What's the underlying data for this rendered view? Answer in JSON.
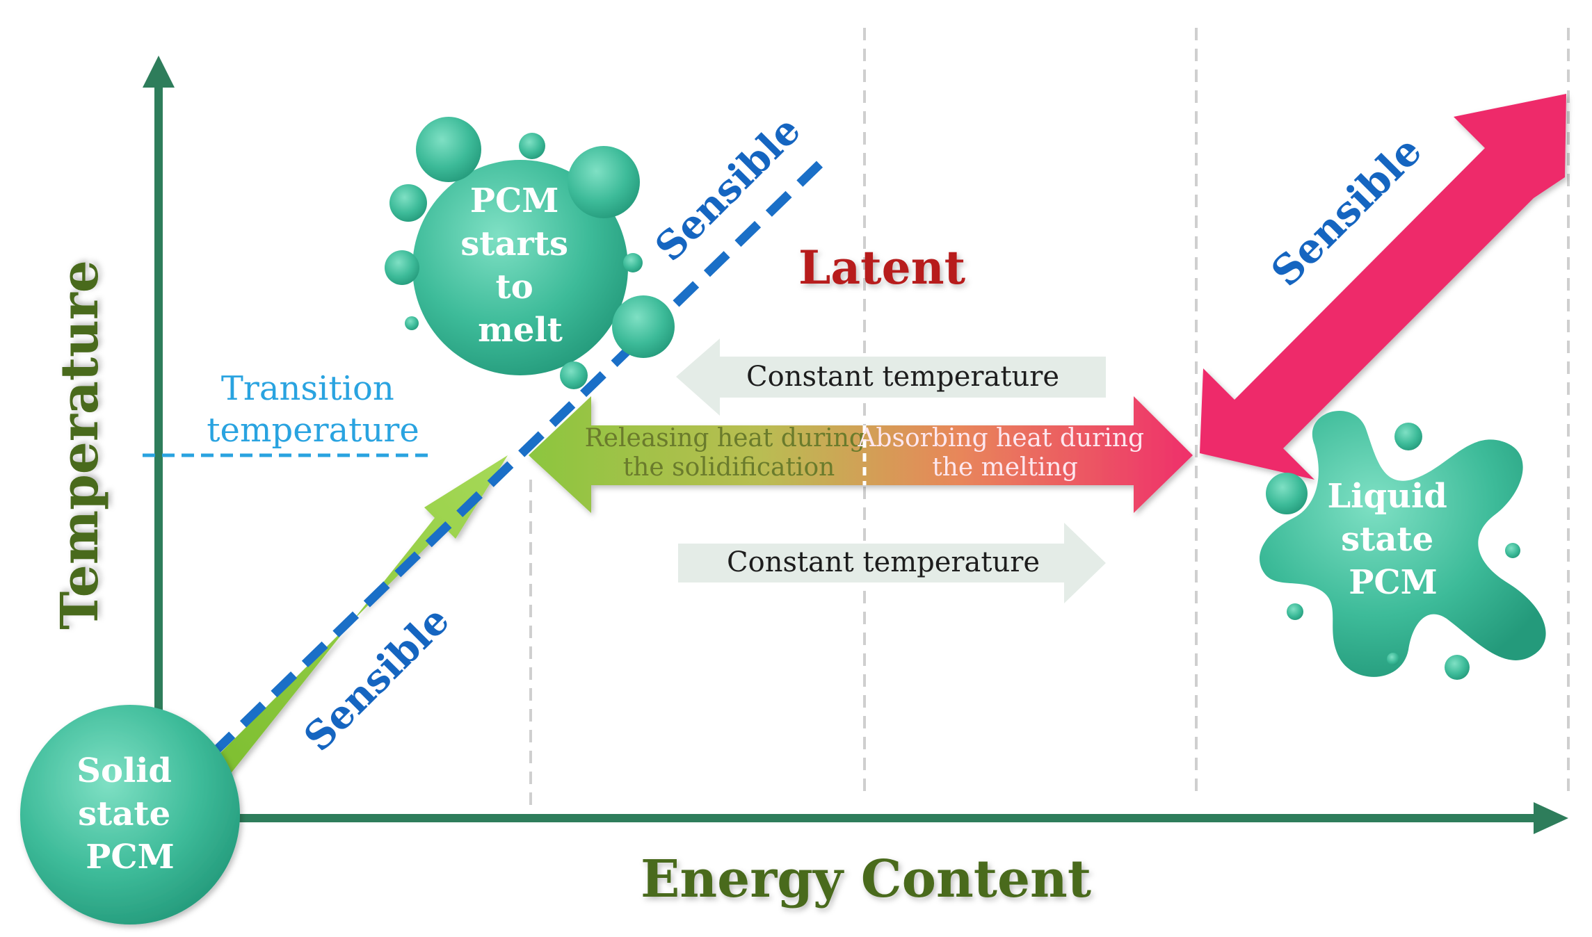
{
  "axes": {
    "y_label": "Temperature",
    "x_label": "Energy Content"
  },
  "labels": {
    "solid_state": [
      "Solid",
      "state",
      "PCM"
    ],
    "starts_to_melt": [
      "PCM",
      "starts",
      "to",
      "melt"
    ],
    "liquid_state": [
      "Liquid",
      "state",
      "PCM"
    ],
    "transition": [
      "Transition",
      "temperature"
    ],
    "sensible_lower": "Sensible",
    "sensible_middle": "Sensible",
    "sensible_right": "Sensible",
    "latent": "Latent",
    "constant_top": "Constant temperature",
    "constant_bottom": "Constant temperature",
    "releasing": [
      "Releasing heat during",
      "the solidification"
    ],
    "absorbing": [
      "Absorbing heat during",
      "the melting"
    ]
  },
  "colors": {
    "axis": "#2e7d5b",
    "axis_label": "#4a6a1c",
    "sensible_text": "#1565c0",
    "dashed_line": "#1a6fc7",
    "transition_text": "#29a3e0",
    "latent_text": "#b71c1c",
    "green_arrow": "#8cc63f",
    "pink_arrow": "#ee2a6a",
    "teal_blob": "#3fbf9f",
    "pale_arrow": "#e4ece7",
    "grid": "#cfcfcf"
  }
}
